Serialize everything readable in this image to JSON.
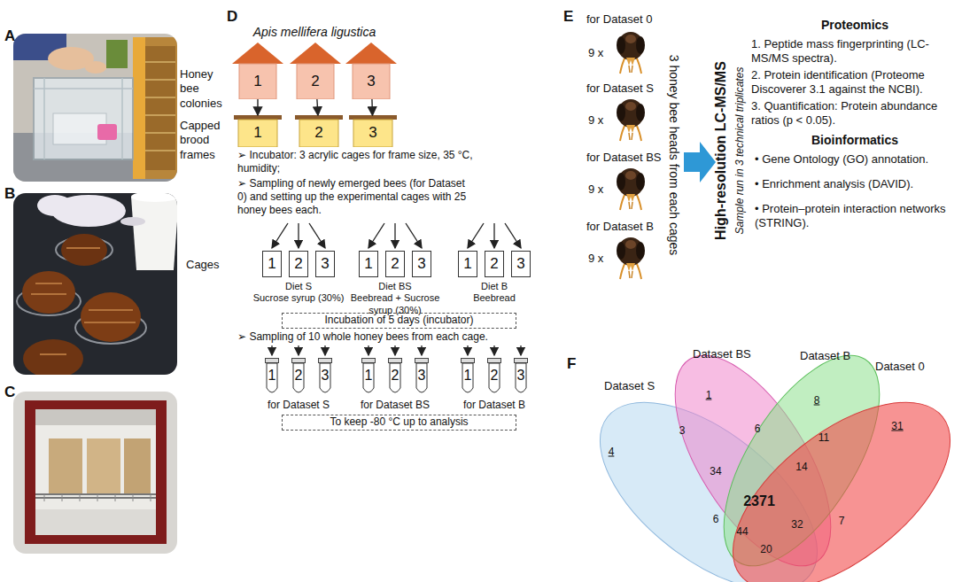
{
  "diagram": {
    "nodes": [
      {
        "text": [
          "1"
        ]
      },
      {
        "text": [
          "2"
        ]
      },
      {
        "text": [
          "3"
        ]
      },
      {
        "text": [
          "1"
        ]
      },
      {
        "text": [
          "2"
        ]
      },
      {
        "text": [
          "3"
        ]
      },
      {
        "text": [
          "1"
        ]
      },
      {
        "text": [
          "2"
        ]
      },
      {
        "text": [
          "3"
        ]
      },
      {
        "text": [
          "1"
        ]
      },
      {
        "text": [
          "2"
        ]
      },
      {
        "text": [
          "3"
        ]
      },
      {
        "text": [
          "1"
        ]
      },
      {
        "text": [
          "2"
        ]
      },
      {
        "text": [
          "3"
        ]
      },
      {
        "text": [
          "Incubation of 5 days (incubator)"
        ]
      },
      {
        "text": [
          "1"
        ]
      },
      {
        "text": [
          "2"
        ]
      },
      {
        "text": [
          "3"
        ]
      },
      {
        "text": [
          "1"
        ]
      },
      {
        "text": [
          "2"
        ]
      },
      {
        "text": [
          "3"
        ]
      },
      {
        "text": [
          "1"
        ]
      },
      {
        "text": [
          "2"
        ]
      },
      {
        "text": [
          "3"
        ]
      },
      {
        "text": [
          "To keep -80 °C up to analysis"
        ]
      }
    ],
    "edges": [
      {
        "from": 0,
        "to": 3,
        "arrow": "to"
      },
      {
        "from": 1,
        "to": 4,
        "arrow": "to"
      },
      {
        "from": 2,
        "to": 5,
        "arrow": "to"
      }
    ],
    "labels": [
      "A",
      "B",
      "C",
      "D",
      "Apis mellifera ligustica",
      "Honey bee colonies",
      "Capped brood frames",
      "➢ Incubator: 3 acrylic cages for frame size, 35 °C, humidity;",
      "➢ Sampling of newly emerged bees (for Dataset 0) and setting up the experimental cages with 25 honey bees each.",
      "Cages",
      "Diet S",
      "Sucrose syrup (30%)",
      "Diet BS",
      "Beebread + Sucrose syrup (30%)",
      "Diet B",
      "Beebread",
      "➢ Sampling of 10 whole honey bees from each cage.",
      "for Dataset S",
      "for Dataset BS",
      "for Dataset B",
      "E",
      "for Dataset 0",
      "9 x",
      "for Dataset S",
      "9 x",
      "for Dataset BS",
      "9 x",
      "for Dataset B",
      "9 x",
      "3 honey bee heads from each cages",
      "High-resolution LC-MS/MS",
      "Sample run in 3 technical triplicates",
      "Proteomics",
      "1. Peptide mass fingerprinting (LC-MS/MS spectra).",
      "2. Protein identification (Proteome Discoverer 3.1 against the NCBI).",
      "3. Quantification: Protein abundance ratios (p < 0.05).",
      "Bioinformatics",
      "• Gene Ontology (GO) annotation.",
      "• Enrichment analysis (DAVID).",
      "• Protein–protein interaction networks (STRING).",
      "F",
      "Dataset S",
      "Dataset BS",
      "Dataset B",
      "Dataset 0",
      "4",
      "1",
      "8",
      "31",
      "3",
      "6",
      "11",
      "34",
      "14",
      "2371",
      "6",
      "44",
      "32",
      "7",
      "20"
    ]
  }
}
